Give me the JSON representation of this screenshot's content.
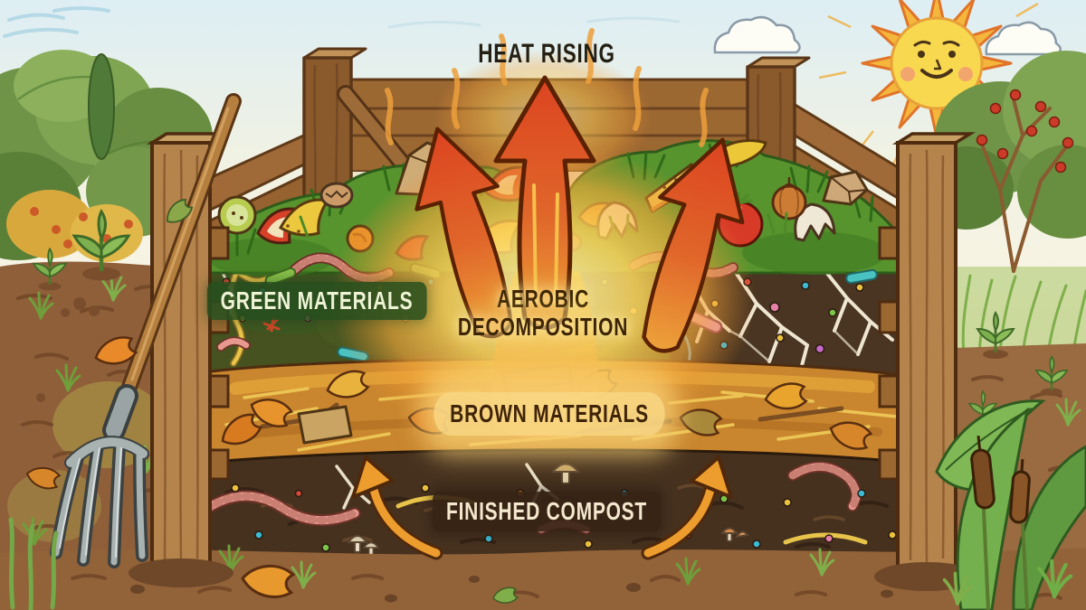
{
  "scene": {
    "description": "Hand-drawn colored-pencil diagram of a compost bin cross-section in a garden",
    "style": "crayon illustration"
  },
  "labels": {
    "heat_rising": "HEAT RISING",
    "green_materials": "GREEN MATERIALS",
    "aerobic_decomposition": "AEROBIC DECOMPOSITION",
    "brown_materials": "BROWN MATERIALS",
    "finished_compost": "FINISHED COMPOST"
  },
  "palette": {
    "sky": "#e6f1f4",
    "sun": "#f8d84e",
    "sun_ray": "#f5b63c",
    "foliage": "#6f9448",
    "wood": "#b5834c",
    "wood_outline": "#4f2c10",
    "soil": "#8f5f3a",
    "scraps_green": "#57942e",
    "green_band": "#46521f",
    "brown_band": "#c9862e",
    "finished_band": "#46311f",
    "heat_arrow": "#e0502a",
    "heat_glow": "#fcd35e",
    "circulation_arrow": "#ed9c2e",
    "green_label_bg": "#284e1e",
    "green_label_text": "#eef3d6",
    "dark_label_text": "#3d2507",
    "brown_label_glow": "#f8d884",
    "finished_label_bg": "#362315",
    "finished_label_text": "#f3e7cd"
  },
  "illustration_elements": [
    "sun-icon",
    "cloud-icon",
    "tree-icon",
    "berry-bush-icon",
    "seedling-icon",
    "wooden-bin",
    "heat-arrow-icon",
    "circulation-arrow-icon",
    "pitchfork-icon",
    "worm-icon",
    "mushroom-icon",
    "eggshell-icon",
    "banana-peel-icon",
    "apple-slice-icon",
    "tomato-icon",
    "melon-slice-icon",
    "onion-icon",
    "paper-bag-icon",
    "leaf-icon",
    "straw-icon",
    "cardboard-icon",
    "root-icon",
    "microbe-icon",
    "grass-icon",
    "cattail-icon"
  ]
}
